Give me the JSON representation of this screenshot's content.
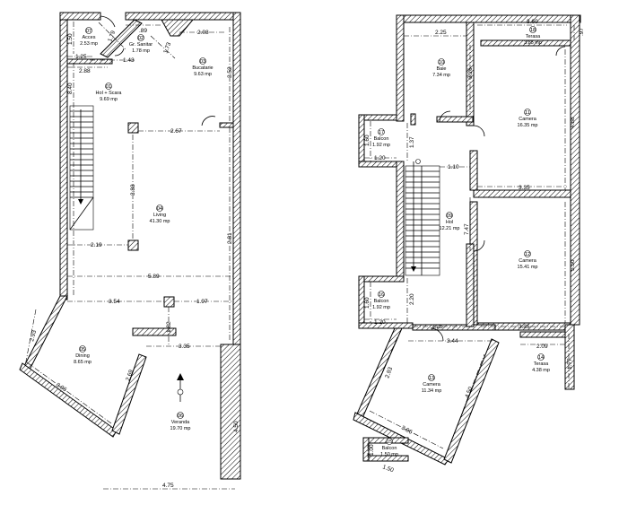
{
  "ground_floor": {
    "rooms": [
      {
        "num": "07",
        "name": "Acces",
        "area": "2.53 mp"
      },
      {
        "num": "02",
        "name": "Gr. Sanitar",
        "area": "1.78 mp"
      },
      {
        "num": "03",
        "name": "Bucatarie",
        "area": "9.63 mp"
      },
      {
        "num": "01",
        "name": "Hol + Scara",
        "area": "9.69 mp"
      },
      {
        "num": "04",
        "name": "Living",
        "area": "41.30 mp"
      },
      {
        "num": "05",
        "name": "Dining",
        "area": "8.65 mp"
      },
      {
        "num": "06",
        "name": "Veranda",
        "area": "19.70 mp"
      }
    ],
    "dims": {
      "d150": "1.50",
      "d179": "1.79",
      "d89": ".89",
      "d173": "1.73",
      "d208": "2.08",
      "d125": "1.25",
      "d143": "1.43",
      "d288": "2.88",
      "d352": "3.52",
      "d840": "8.40",
      "d267": "2.67",
      "d383": "3.83",
      "d219": "2.19",
      "d281": "2.81",
      "d589": "5.89",
      "d354": "3.54",
      "d197": "1.97",
      "d182": "1.82",
      "d335": "3.35",
      "d293": "2.93",
      "d306": "3.06",
      "d269": "2.69",
      "d450": "4.50",
      "d475": "4.75"
    }
  },
  "upper_floor": {
    "rooms": [
      {
        "num": "18",
        "name": "Terasa",
        "area": "3.85 mp"
      },
      {
        "num": "10",
        "name": "Baie",
        "area": "7.34 mp"
      },
      {
        "num": "11",
        "name": "Camera",
        "area": "16.35 mp"
      },
      {
        "num": "17",
        "name": "Balcon",
        "area": "1.92 mp"
      },
      {
        "num": "09",
        "name": "Hol",
        "area": "12.21 mp"
      },
      {
        "num": "12",
        "name": "Camera",
        "area": "15.41 mp"
      },
      {
        "num": "16",
        "name": "Balcon",
        "area": "1.92 mp"
      },
      {
        "num": "13",
        "name": "Camera",
        "area": "11.34 mp"
      },
      {
        "num": "14",
        "name": "Terasa",
        "area": "4.38 mp"
      },
      {
        "num": "15",
        "name": "Balcon",
        "area": "1.50 mp"
      }
    ],
    "dims": {
      "d360": "3.60",
      "d225a": "2.25",
      "d97": ".97",
      "d326": "3.26",
      "d488": "4.88",
      "d160a": "1.60",
      "d137": "1.37",
      "d120a": "1.20",
      "d110": "1.10",
      "d335a": "3.35",
      "d747": "7.47",
      "d550": "5.50",
      "d160b": "1.60",
      "d220": "2.20",
      "d120b": "1.20",
      "d225b": "2.25",
      "d335b": "3.35",
      "d344": "3.44",
      "d209": "2.09",
      "d177": "1.77",
      "d293": "2.93",
      "d450": "4.50",
      "d306": "3.06",
      "d100": "1.00",
      "d150": "1.50"
    }
  }
}
